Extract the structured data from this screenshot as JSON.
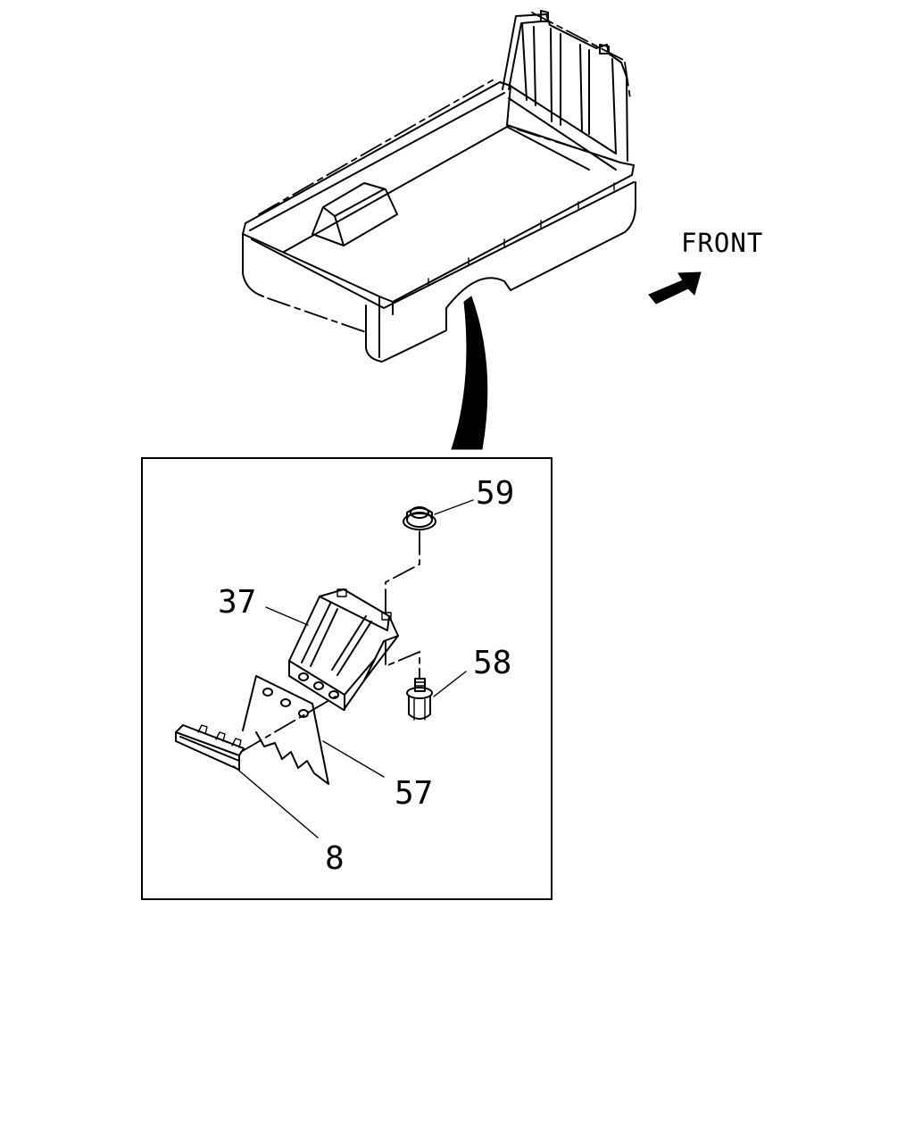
{
  "direction": {
    "label": "FRONT",
    "icon": "arrow-icon"
  },
  "callouts": [
    {
      "id": "59"
    },
    {
      "id": "37"
    },
    {
      "id": "58"
    },
    {
      "id": "57"
    },
    {
      "id": "8"
    }
  ]
}
